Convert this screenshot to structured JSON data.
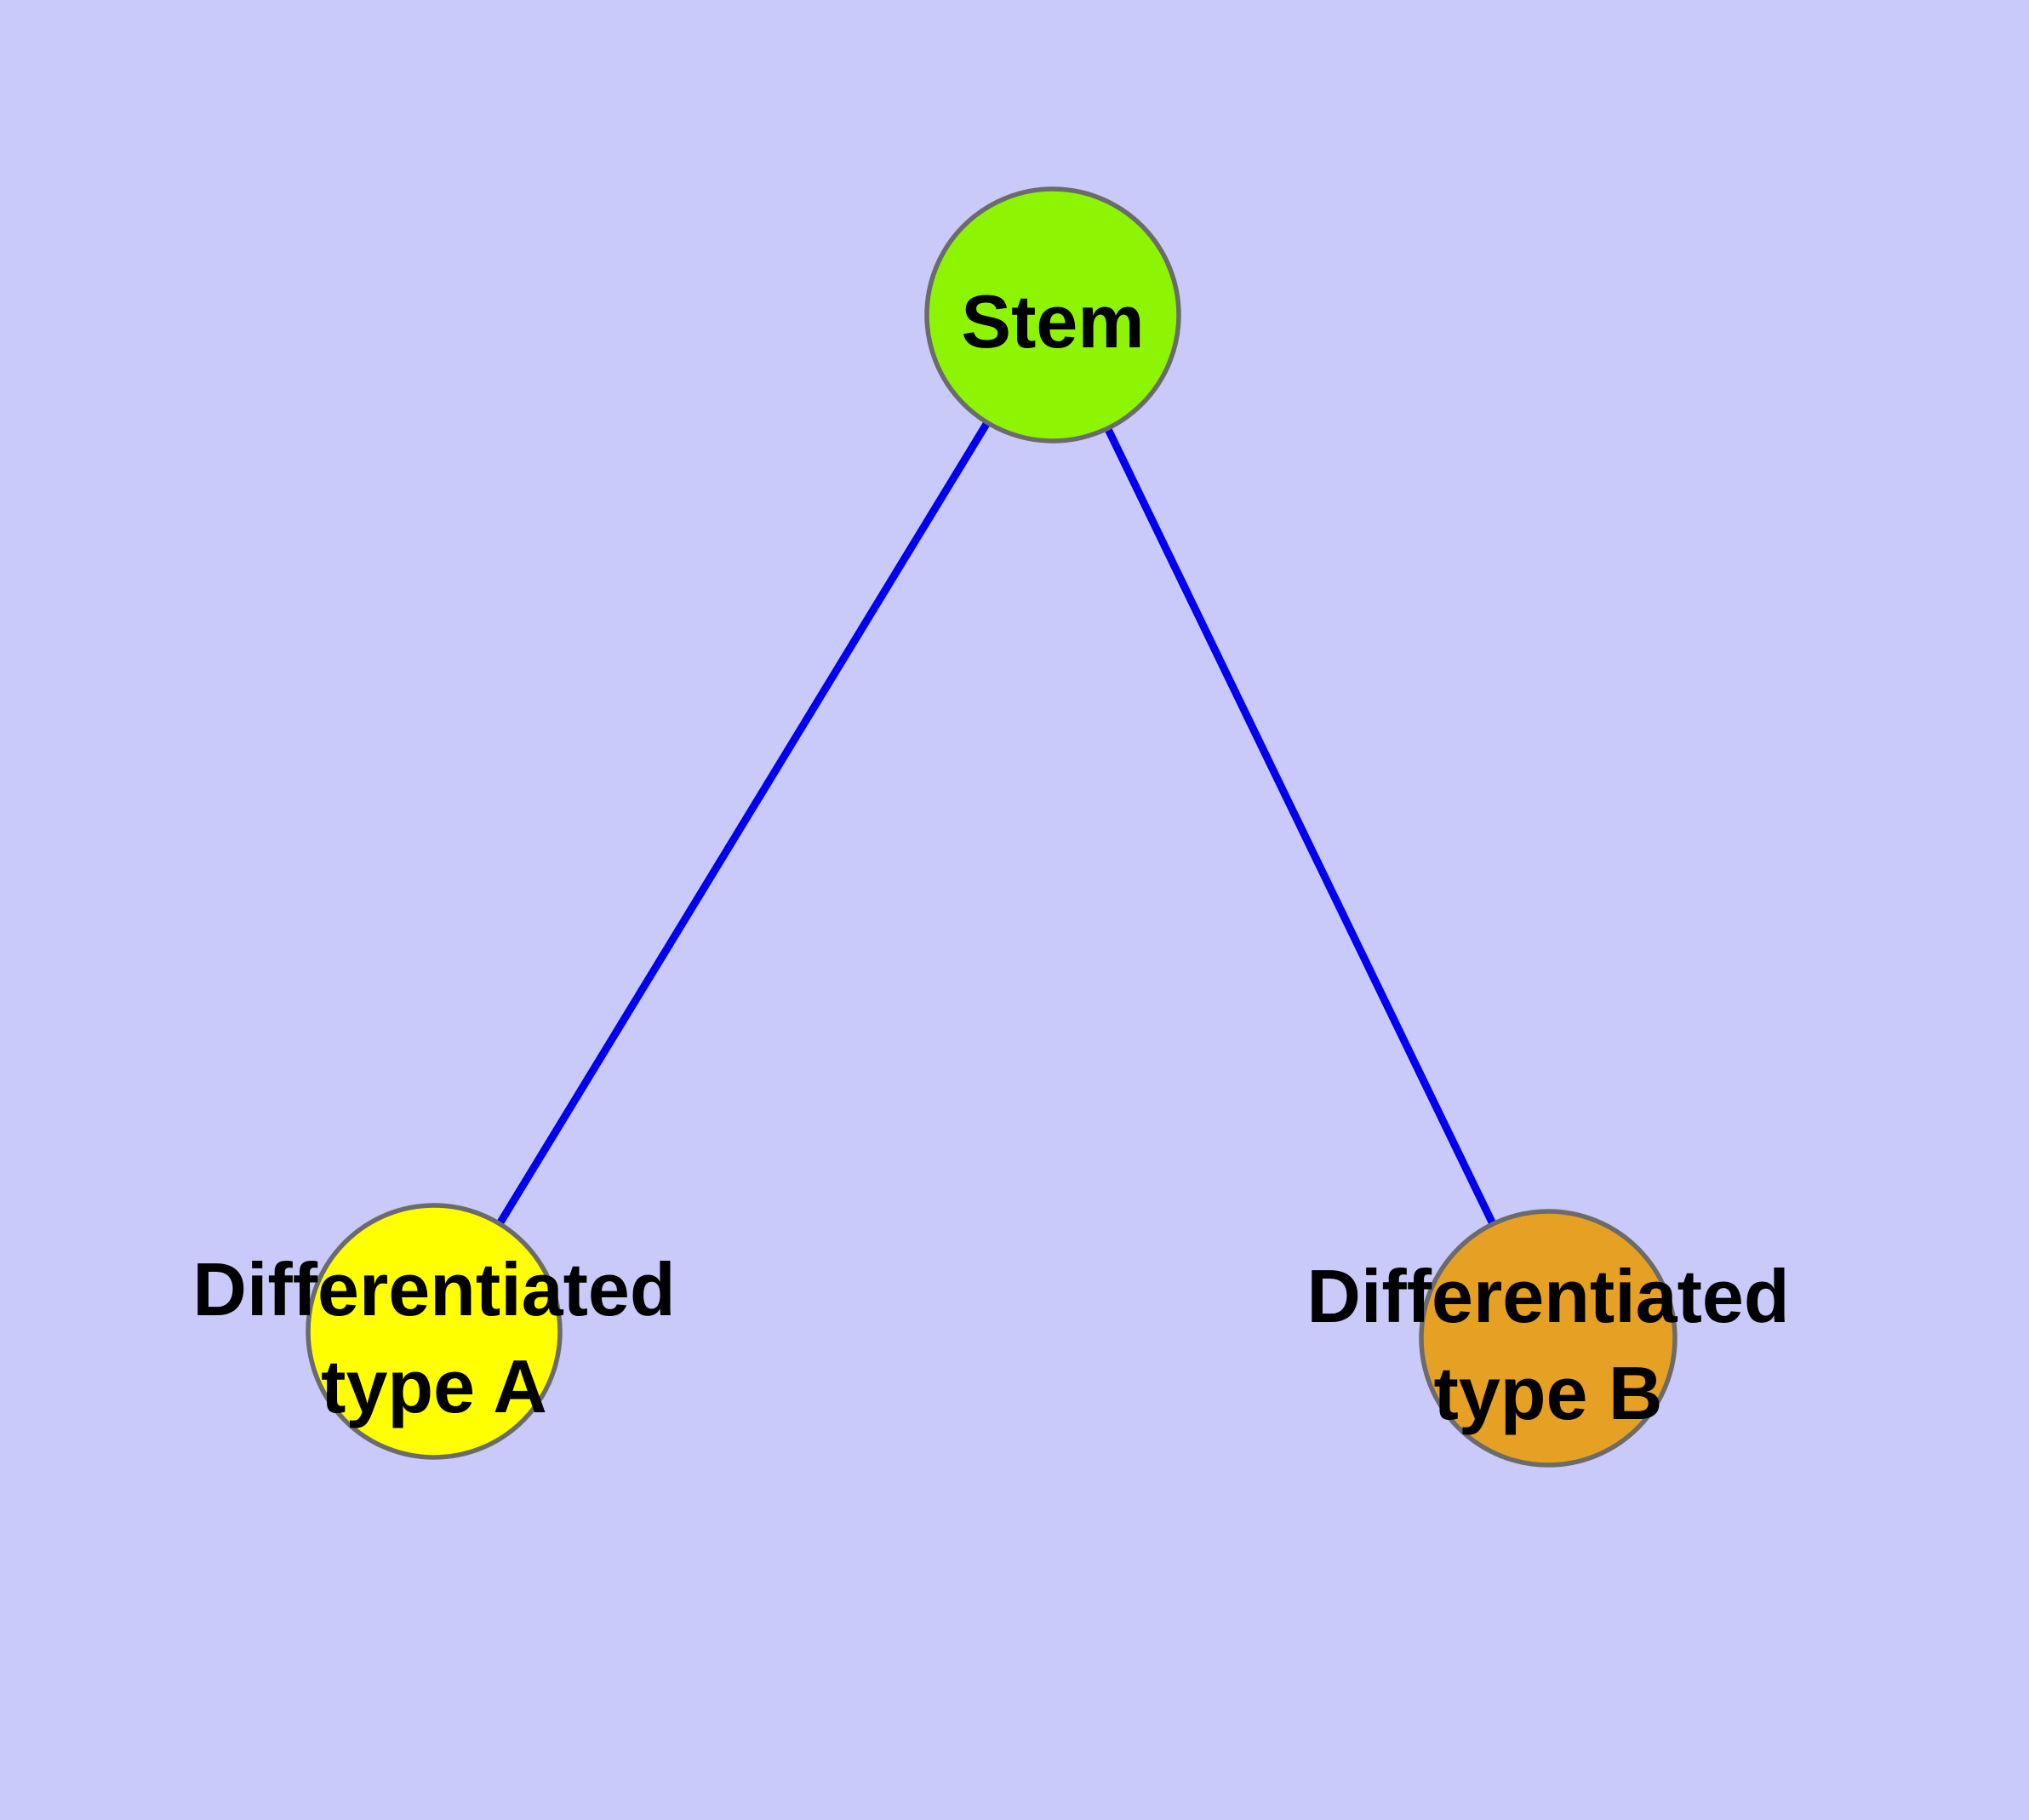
{
  "diagram": {
    "background_color": "#c9c9fa",
    "edge_color": "#0000ee",
    "node_border_color": "#6b6b6b",
    "label_color": "#000000",
    "nodes": {
      "stem": {
        "label": "Stem",
        "fill": "#8df502"
      },
      "type_a": {
        "label_lines": [
          "Differentiated",
          "type A"
        ],
        "fill": "#ffff00"
      },
      "type_b": {
        "label_lines": [
          "Differentiated",
          "type B"
        ],
        "fill": "#e6a023"
      }
    },
    "edges": [
      {
        "from": "stem",
        "to": "type_a"
      },
      {
        "from": "stem",
        "to": "type_b"
      }
    ]
  }
}
